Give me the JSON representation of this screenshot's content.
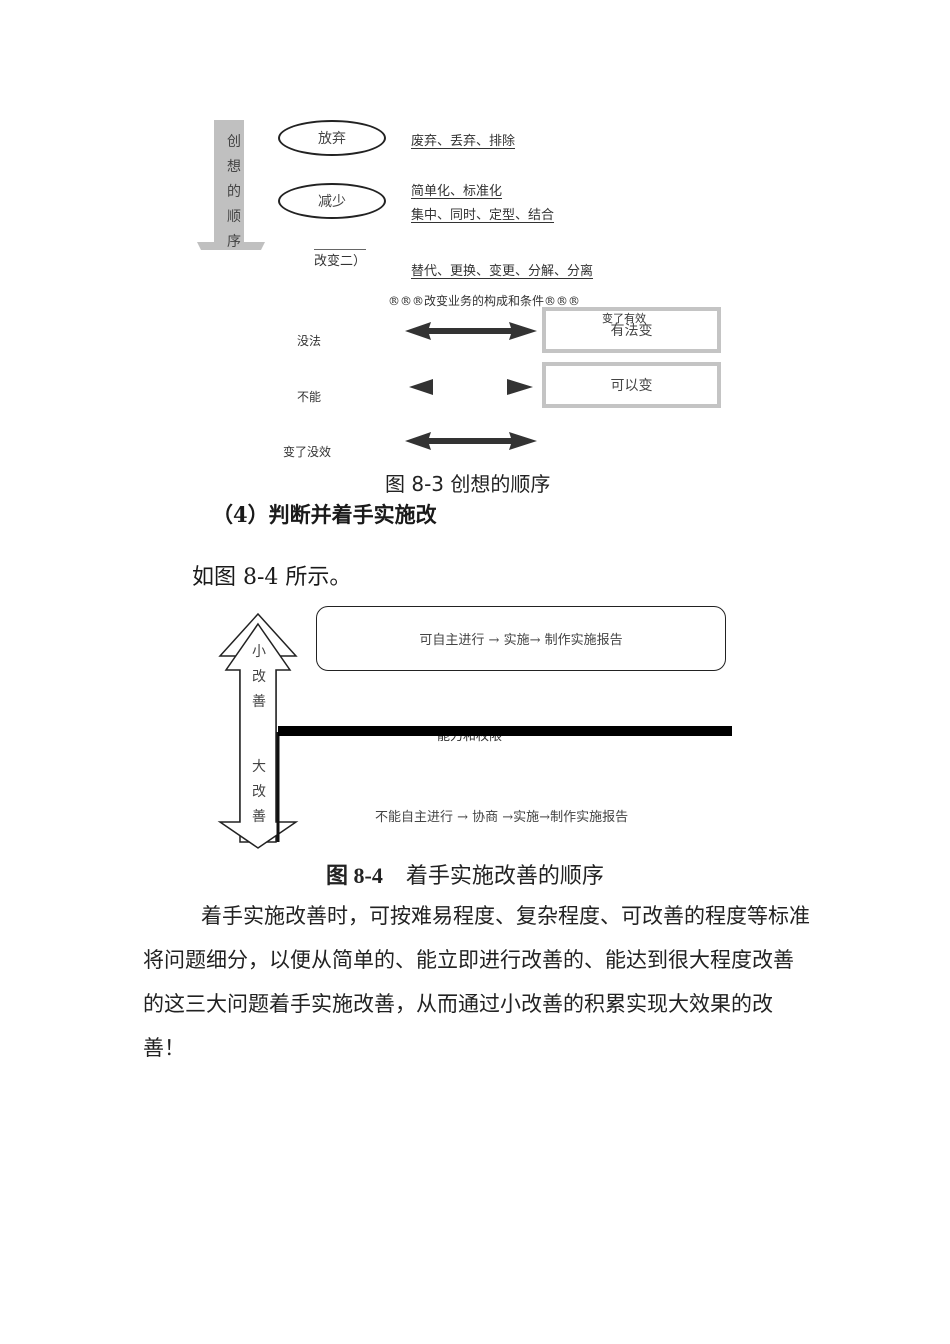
{
  "figure_8_3": {
    "side_arrow_label": [
      "创",
      "想",
      "的",
      "顺",
      "序"
    ],
    "ellipse_1": "放弃",
    "ellipse_1_desc": "废弃、丢弃、排除",
    "ellipse_2": "减少",
    "ellipse_2_desc_1": "简单化、标准化",
    "ellipse_2_desc_2": "集中、同时、定型、结合",
    "change_label": "改变二）",
    "change_desc": "替代、更换、变更、分解、分离",
    "subtitle": "®®®改变业务的构成和条件®®®",
    "row_labels": [
      "没法",
      "不能",
      "变了没效"
    ],
    "box_1_top_clip": "变了有效",
    "box_1": "有法变",
    "box_2": "可以变",
    "caption": "图 8-3 创想的顺序"
  },
  "section_heading": "（4）判断并着手实施改",
  "intro_line": "如图 8-4 所示。",
  "figure_8_4": {
    "arrow_top_label": [
      "小",
      "改",
      "善"
    ],
    "arrow_bottom_label": [
      "大",
      "改",
      "善"
    ],
    "top_box": "可自主进行 → 实施→ 制作实施报告",
    "divider_label": "能力和权限",
    "bottom_text": "不能自主进行 → 协商 →实施→制作实施报告",
    "caption_num": "图 8-4",
    "caption_text": "着手实施改善的顺序"
  },
  "paragraph": "着手实施改善时，可按难易程度、复杂程度、可改善的程度等标准将问题细分，以便从简单的、能立即进行改善的、能达到很大程度改善的这三大问题着手实施改善，从而通过小改善的积累实现大效果的改善！"
}
